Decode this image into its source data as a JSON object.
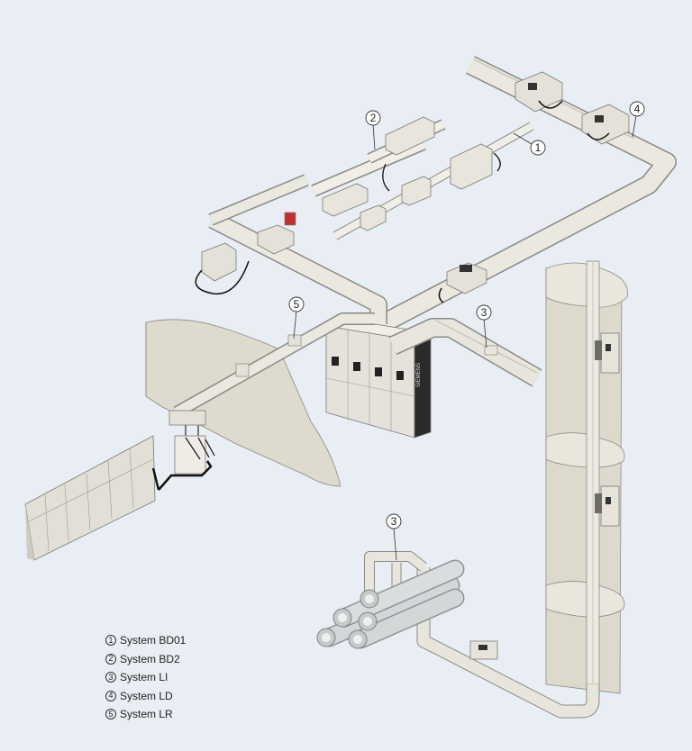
{
  "legend": {
    "items": [
      {
        "num": "1",
        "label": "System BD01"
      },
      {
        "num": "2",
        "label": "System BD2"
      },
      {
        "num": "3",
        "label": "System LI"
      },
      {
        "num": "4",
        "label": "System LD"
      },
      {
        "num": "5",
        "label": "System LR"
      }
    ]
  },
  "callouts": {
    "c1": "1",
    "c2": "2",
    "c3a": "3",
    "c3b": "3",
    "c4": "4",
    "c5": "5"
  },
  "cabinet_brand": "SIEMENS",
  "colors": {
    "background": "#e8eef3",
    "duct": "#e6e4da",
    "duct_shadow": "#c9c7bc",
    "wall": "#dcd8cc",
    "outline": "#8a8a86",
    "cable": "#111111"
  }
}
